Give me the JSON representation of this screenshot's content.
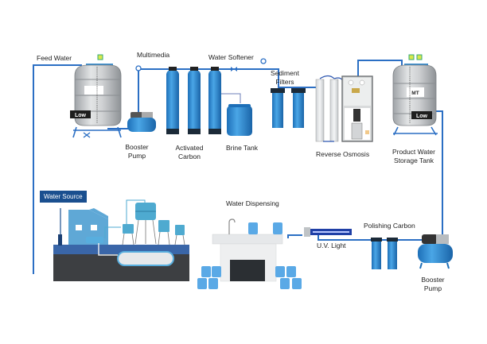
{
  "title": "Water Treatment Process Diagram",
  "colors": {
    "pipe": "#2b6fc4",
    "vessel_blue": "#2a86d1",
    "vessel_dark": "#1b2a38",
    "tank_grey": "#c9cbcd",
    "source_label_bg": "#1a4f8f",
    "ground": "#3d3f42",
    "ground_top": "#3a66a8",
    "building": "#5fa8d6"
  },
  "labels": {
    "feed_water": "Feed Water",
    "multimedia": "Multimedia",
    "water_softener": "Water Softener",
    "sediment_filters_1": "Sediment",
    "sediment_filters_2": "Filters",
    "booster_pump_top_1": "Booster",
    "booster_pump_top_2": "Pump",
    "activated_carbon_1": "Activated",
    "activated_carbon_2": "Carbon",
    "brine_tank": "Brine Tank",
    "reverse_osmosis": "Reverse Osmosis",
    "product_water_1": "Product Water",
    "product_water_2": "Storage Tank",
    "water_source": "Water Source",
    "water_dispensing": "Water Dispensing",
    "uv_light": "U.V. Light",
    "polishing_carbon": "Polishing Carbon",
    "booster_pump_bottom_1": "Booster",
    "booster_pump_bottom_2": "Pump"
  },
  "tanks": {
    "feed_level": "Low",
    "product_level": "Low",
    "product_tag": "MT"
  }
}
